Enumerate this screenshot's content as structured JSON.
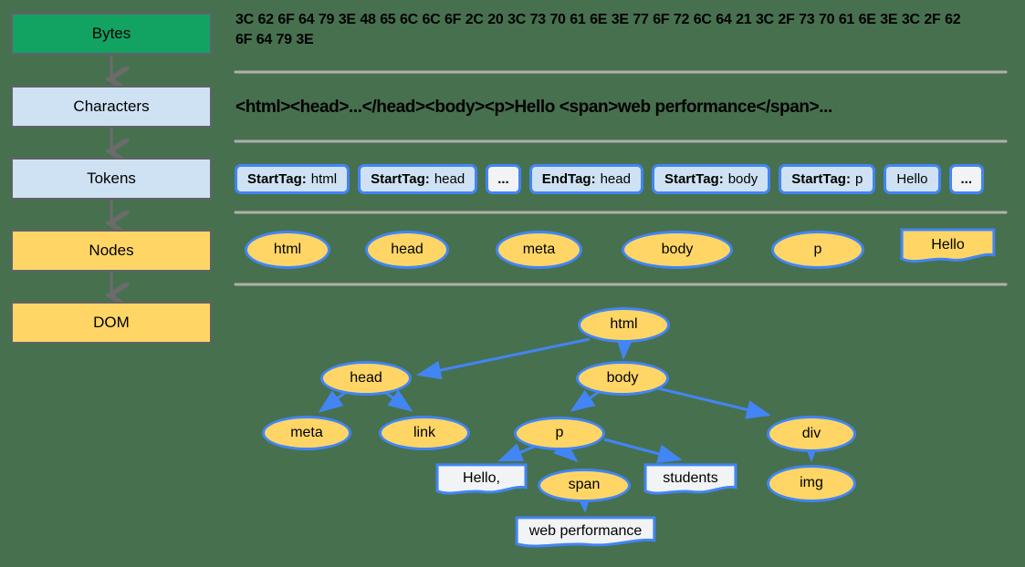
{
  "colors": {
    "background": "#47704f",
    "bytes_green": "#12a262",
    "light_blue": "#cfe2f3",
    "node_yellow": "#ffd666",
    "node_border_blue": "#4285f4",
    "text_node_gray": "#f1f3f4",
    "separator_gray": "#b0b0ab",
    "stage_border_gray": "#5f6368",
    "connector_gray": "#6b6b6b"
  },
  "pipeline": {
    "stages": [
      {
        "label": "Bytes",
        "color": "#12a262"
      },
      {
        "label": "Characters",
        "color": "#cfe2f3"
      },
      {
        "label": "Tokens",
        "color": "#cfe2f3"
      },
      {
        "label": "Nodes",
        "color": "#ffd666"
      },
      {
        "label": "DOM",
        "color": "#ffd666"
      }
    ]
  },
  "rows": {
    "bytes": {
      "text": "3C 62 6F 64 79 3E 48 65 6C 6C 6F 2C 20 3C 73 70 61 6E 3E 77 6F 72 6C 64 21 3C 2F 73 70 61 6E 3E 3C 2F 62 6F 64 79 3E"
    },
    "characters": {
      "text": "<html><head>...</head><body><p>Hello <span>web performance</span>..."
    },
    "tokens": {
      "items": [
        {
          "type": "tag",
          "label": "StartTag:",
          "value": "html"
        },
        {
          "type": "tag",
          "label": "StartTag:",
          "value": "head"
        },
        {
          "type": "ellipsis",
          "value": "..."
        },
        {
          "type": "tag",
          "label": "EndTag:",
          "value": "head"
        },
        {
          "type": "tag",
          "label": "StartTag:",
          "value": "body"
        },
        {
          "type": "tag",
          "label": "StartTag:",
          "value": "p"
        },
        {
          "type": "text",
          "value": "Hello"
        },
        {
          "type": "ellipsis",
          "value": "..."
        }
      ]
    },
    "nodes": {
      "ellipses": [
        "html",
        "head",
        "meta",
        "body",
        "p"
      ],
      "text_node": "Hello"
    }
  },
  "dom_tree": {
    "nodes": [
      {
        "id": "html",
        "label": "html",
        "shape": "ellipse"
      },
      {
        "id": "head",
        "label": "head",
        "shape": "ellipse"
      },
      {
        "id": "body",
        "label": "body",
        "shape": "ellipse"
      },
      {
        "id": "meta",
        "label": "meta",
        "shape": "ellipse"
      },
      {
        "id": "link",
        "label": "link",
        "shape": "ellipse"
      },
      {
        "id": "p",
        "label": "p",
        "shape": "ellipse"
      },
      {
        "id": "div",
        "label": "div",
        "shape": "ellipse"
      },
      {
        "id": "span",
        "label": "span",
        "shape": "ellipse"
      },
      {
        "id": "img",
        "label": "img",
        "shape": "ellipse"
      },
      {
        "id": "text-hello",
        "label": "Hello,",
        "shape": "text"
      },
      {
        "id": "text-students",
        "label": "students",
        "shape": "text"
      },
      {
        "id": "text-webperf",
        "label": "web performance",
        "shape": "text"
      }
    ],
    "edges": [
      [
        "html",
        "head"
      ],
      [
        "html",
        "body"
      ],
      [
        "head",
        "meta"
      ],
      [
        "head",
        "link"
      ],
      [
        "body",
        "p"
      ],
      [
        "body",
        "div"
      ],
      [
        "p",
        "text-hello"
      ],
      [
        "p",
        "span"
      ],
      [
        "p",
        "text-students"
      ],
      [
        "span",
        "text-webperf"
      ],
      [
        "div",
        "img"
      ]
    ]
  }
}
